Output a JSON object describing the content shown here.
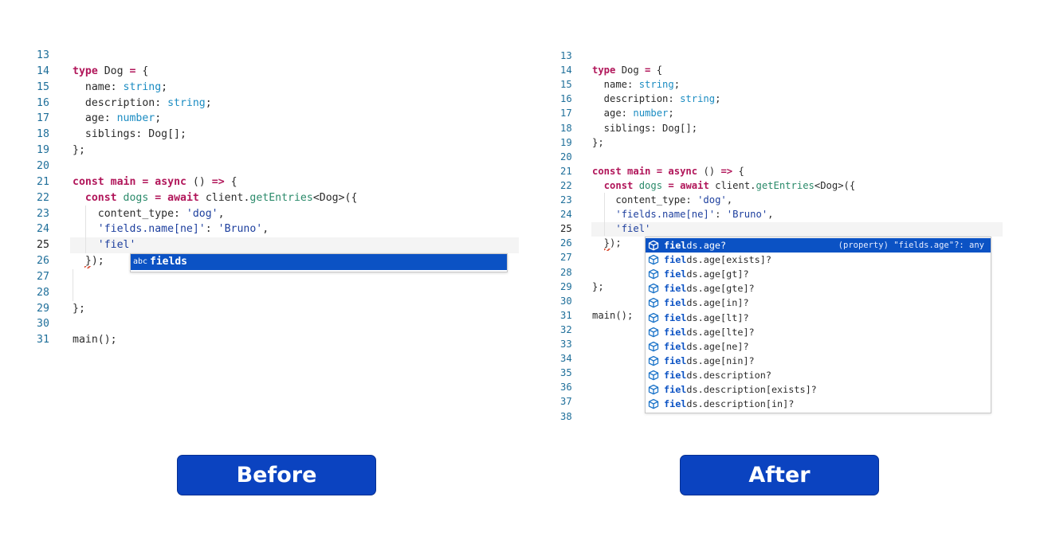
{
  "before": {
    "lines": [
      {
        "n": "13",
        "tokens": []
      },
      {
        "n": "14",
        "tokens": [
          {
            "c": "kw",
            "t": "type"
          },
          {
            "c": "pl",
            "t": " Dog "
          },
          {
            "c": "kw",
            "t": "="
          },
          {
            "c": "pl",
            "t": " {"
          }
        ]
      },
      {
        "n": "15",
        "tokens": [
          {
            "c": "pl",
            "t": "  name: "
          },
          {
            "c": "tp",
            "t": "string"
          },
          {
            "c": "pl",
            "t": ";"
          }
        ]
      },
      {
        "n": "16",
        "tokens": [
          {
            "c": "pl",
            "t": "  description: "
          },
          {
            "c": "tp",
            "t": "string"
          },
          {
            "c": "pl",
            "t": ";"
          }
        ]
      },
      {
        "n": "17",
        "tokens": [
          {
            "c": "pl",
            "t": "  age: "
          },
          {
            "c": "tp",
            "t": "number"
          },
          {
            "c": "pl",
            "t": ";"
          }
        ]
      },
      {
        "n": "18",
        "tokens": [
          {
            "c": "pl",
            "t": "  siblings: Dog[];"
          }
        ]
      },
      {
        "n": "19",
        "tokens": [
          {
            "c": "pl",
            "t": "};"
          }
        ]
      },
      {
        "n": "20",
        "tokens": []
      },
      {
        "n": "21",
        "tokens": [
          {
            "c": "kw",
            "t": "const"
          },
          {
            "c": "pl",
            "t": " "
          },
          {
            "c": "kw",
            "t": "main"
          },
          {
            "c": "pl",
            "t": " "
          },
          {
            "c": "kw",
            "t": "="
          },
          {
            "c": "pl",
            "t": " "
          },
          {
            "c": "kw",
            "t": "async"
          },
          {
            "c": "pl",
            "t": " () "
          },
          {
            "c": "kw",
            "t": "=>"
          },
          {
            "c": "pl",
            "t": " {"
          }
        ]
      },
      {
        "n": "22",
        "tokens": [
          {
            "c": "pl",
            "t": "  "
          },
          {
            "c": "kw",
            "t": "const"
          },
          {
            "c": "pl",
            "t": " "
          },
          {
            "c": "fn",
            "t": "dogs"
          },
          {
            "c": "pl",
            "t": " "
          },
          {
            "c": "kw",
            "t": "="
          },
          {
            "c": "pl",
            "t": " "
          },
          {
            "c": "kw",
            "t": "await"
          },
          {
            "c": "pl",
            "t": " client."
          },
          {
            "c": "fn",
            "t": "getEntries"
          },
          {
            "c": "pl",
            "t": "<Dog>({"
          }
        ]
      },
      {
        "n": "23",
        "tokens": [
          {
            "c": "pl",
            "t": "    content_type: "
          },
          {
            "c": "str",
            "t": "'dog'"
          },
          {
            "c": "pl",
            "t": ","
          }
        ]
      },
      {
        "n": "24",
        "tokens": [
          {
            "c": "pl",
            "t": "    "
          },
          {
            "c": "str",
            "t": "'fields.name[ne]'"
          },
          {
            "c": "pl",
            "t": ": "
          },
          {
            "c": "str",
            "t": "'Bruno'"
          },
          {
            "c": "pl",
            "t": ","
          }
        ]
      },
      {
        "n": "25",
        "tokens": [
          {
            "c": "pl",
            "t": "    "
          },
          {
            "c": "str",
            "t": "'fiel'"
          }
        ]
      },
      {
        "n": "26",
        "tokens": [
          {
            "c": "pl",
            "t": "  });"
          }
        ]
      },
      {
        "n": "27",
        "tokens": []
      },
      {
        "n": "28",
        "tokens": []
      },
      {
        "n": "29",
        "tokens": [
          {
            "c": "pl",
            "t": "};"
          }
        ]
      },
      {
        "n": "30",
        "tokens": []
      },
      {
        "n": "31",
        "tokens": [
          {
            "c": "pl",
            "t": "main();"
          }
        ]
      }
    ],
    "suggestion": {
      "icon": "abc",
      "match": "fiel",
      "rest": "ds"
    }
  },
  "after": {
    "lines": [
      {
        "n": "13",
        "tokens": []
      },
      {
        "n": "14",
        "tokens": [
          {
            "c": "kw",
            "t": "type"
          },
          {
            "c": "pl",
            "t": " Dog "
          },
          {
            "c": "kw",
            "t": "="
          },
          {
            "c": "pl",
            "t": " {"
          }
        ]
      },
      {
        "n": "15",
        "tokens": [
          {
            "c": "pl",
            "t": "  name: "
          },
          {
            "c": "tp",
            "t": "string"
          },
          {
            "c": "pl",
            "t": ";"
          }
        ]
      },
      {
        "n": "16",
        "tokens": [
          {
            "c": "pl",
            "t": "  description: "
          },
          {
            "c": "tp",
            "t": "string"
          },
          {
            "c": "pl",
            "t": ";"
          }
        ]
      },
      {
        "n": "17",
        "tokens": [
          {
            "c": "pl",
            "t": "  age: "
          },
          {
            "c": "tp",
            "t": "number"
          },
          {
            "c": "pl",
            "t": ";"
          }
        ]
      },
      {
        "n": "18",
        "tokens": [
          {
            "c": "pl",
            "t": "  siblings: Dog[];"
          }
        ]
      },
      {
        "n": "19",
        "tokens": [
          {
            "c": "pl",
            "t": "};"
          }
        ]
      },
      {
        "n": "20",
        "tokens": []
      },
      {
        "n": "21",
        "tokens": [
          {
            "c": "kw",
            "t": "const"
          },
          {
            "c": "pl",
            "t": " "
          },
          {
            "c": "kw",
            "t": "main"
          },
          {
            "c": "pl",
            "t": " "
          },
          {
            "c": "kw",
            "t": "="
          },
          {
            "c": "pl",
            "t": " "
          },
          {
            "c": "kw",
            "t": "async"
          },
          {
            "c": "pl",
            "t": " () "
          },
          {
            "c": "kw",
            "t": "=>"
          },
          {
            "c": "pl",
            "t": " {"
          }
        ]
      },
      {
        "n": "22",
        "tokens": [
          {
            "c": "pl",
            "t": "  "
          },
          {
            "c": "kw",
            "t": "const"
          },
          {
            "c": "pl",
            "t": " "
          },
          {
            "c": "fn",
            "t": "dogs"
          },
          {
            "c": "pl",
            "t": " "
          },
          {
            "c": "kw",
            "t": "="
          },
          {
            "c": "pl",
            "t": " "
          },
          {
            "c": "kw",
            "t": "await"
          },
          {
            "c": "pl",
            "t": " client."
          },
          {
            "c": "fn",
            "t": "getEntries"
          },
          {
            "c": "pl",
            "t": "<Dog>({"
          }
        ]
      },
      {
        "n": "23",
        "tokens": [
          {
            "c": "pl",
            "t": "    content_type: "
          },
          {
            "c": "str",
            "t": "'dog'"
          },
          {
            "c": "pl",
            "t": ","
          }
        ]
      },
      {
        "n": "24",
        "tokens": [
          {
            "c": "pl",
            "t": "    "
          },
          {
            "c": "str",
            "t": "'fields.name[ne]'"
          },
          {
            "c": "pl",
            "t": ": "
          },
          {
            "c": "str",
            "t": "'Bruno'"
          },
          {
            "c": "pl",
            "t": ","
          }
        ]
      },
      {
        "n": "25",
        "tokens": [
          {
            "c": "pl",
            "t": "    "
          },
          {
            "c": "str",
            "t": "'fiel'"
          }
        ]
      },
      {
        "n": "26",
        "tokens": [
          {
            "c": "pl",
            "t": "  });"
          }
        ]
      },
      {
        "n": "27",
        "tokens": []
      },
      {
        "n": "28",
        "tokens": []
      },
      {
        "n": "29",
        "tokens": [
          {
            "c": "pl",
            "t": "};"
          }
        ]
      },
      {
        "n": "30",
        "tokens": []
      },
      {
        "n": "31",
        "tokens": [
          {
            "c": "pl",
            "t": "main();"
          }
        ]
      },
      {
        "n": "32",
        "tokens": []
      },
      {
        "n": "33",
        "tokens": []
      },
      {
        "n": "34",
        "tokens": []
      },
      {
        "n": "35",
        "tokens": []
      },
      {
        "n": "36",
        "tokens": []
      },
      {
        "n": "37",
        "tokens": []
      },
      {
        "n": "38",
        "tokens": []
      }
    ],
    "suggestions": [
      {
        "match": "fiel",
        "rest": "ds.age?",
        "detail": "(property) \"fields.age\"?: any"
      },
      {
        "match": "fiel",
        "rest": "ds.age[exists]?"
      },
      {
        "match": "fiel",
        "rest": "ds.age[gt]?"
      },
      {
        "match": "fiel",
        "rest": "ds.age[gte]?"
      },
      {
        "match": "fiel",
        "rest": "ds.age[in]?"
      },
      {
        "match": "fiel",
        "rest": "ds.age[lt]?"
      },
      {
        "match": "fiel",
        "rest": "ds.age[lte]?"
      },
      {
        "match": "fiel",
        "rest": "ds.age[ne]?"
      },
      {
        "match": "fiel",
        "rest": "ds.age[nin]?"
      },
      {
        "match": "fiel",
        "rest": "ds.description?"
      },
      {
        "match": "fiel",
        "rest": "ds.description[exists]?"
      },
      {
        "match": "fiel",
        "rest": "ds.description[in]?"
      }
    ]
  },
  "buttons": {
    "before_label": "Before",
    "after_label": "After"
  },
  "colors": {
    "accent": "#0b43c0",
    "keyword": "#b1165a",
    "type": "#1b8cc2",
    "string": "#1d3f9e",
    "line_number": "#1f6f9a"
  }
}
